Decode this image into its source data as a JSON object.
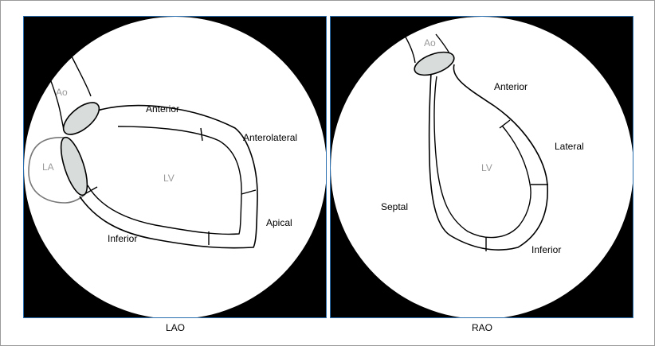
{
  "lao": {
    "caption": "LAO",
    "labels": {
      "ao": "Ao",
      "la": "LA",
      "lv": "LV",
      "anterior": "Anterior",
      "anterolateral": "Anterolateral",
      "apical": "Apical",
      "inferior": "Inferior"
    }
  },
  "rao": {
    "caption": "RAO",
    "labels": {
      "ao": "Ao",
      "lv": "LV",
      "anterior": "Anterior",
      "lateral": "Lateral",
      "septal": "Septal",
      "inferior": "Inferior"
    }
  },
  "colors": {
    "panel_background": "#000000",
    "circle_fill": "#ffffff",
    "outline": "#000000",
    "valve_fill": "#d8dcdb",
    "muted_label": "#9a9a9a",
    "panel_border": "#2a6fb0"
  }
}
